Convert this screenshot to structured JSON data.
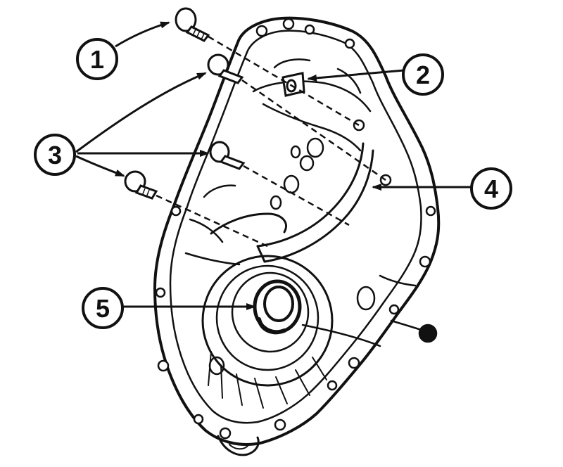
{
  "diagram": {
    "ink_color": "#111111",
    "paper_color": "#ffffff",
    "callouts": [
      {
        "id": "1",
        "label": "1"
      },
      {
        "id": "2",
        "label": "2"
      },
      {
        "id": "3",
        "label": "3"
      },
      {
        "id": "4",
        "label": "4"
      },
      {
        "id": "5",
        "label": "5"
      }
    ]
  }
}
